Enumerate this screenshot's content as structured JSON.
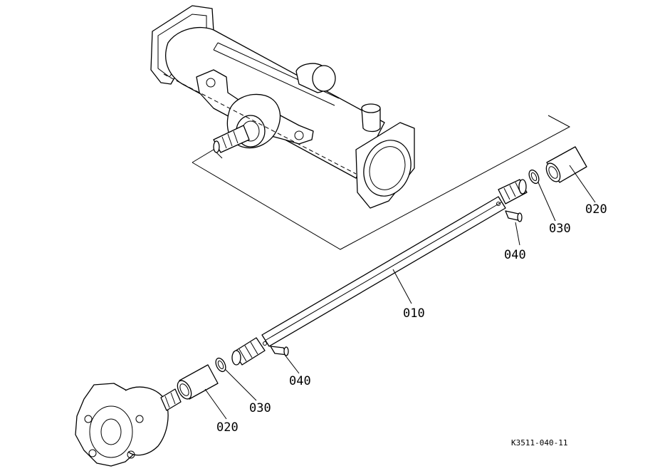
{
  "callouts": {
    "shaft": "010",
    "collar_upper": "020",
    "collar_lower": "020",
    "ring_upper": "030",
    "ring_lower": "030",
    "grease_nipple_upper": "040",
    "grease_nipple_lower": "040"
  },
  "drawing_number": "K3511-040-11"
}
